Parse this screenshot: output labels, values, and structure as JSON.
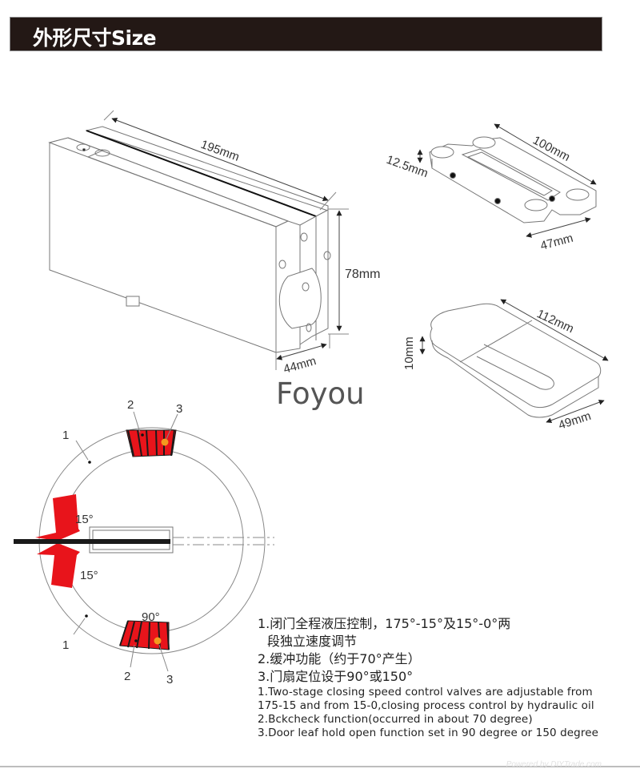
{
  "header": {
    "title": "外形尺寸Size"
  },
  "brand": "Foyou",
  "closer_body": {
    "length_label": "195mm",
    "height_label": "78mm",
    "width_label": "44mm"
  },
  "top_plate": {
    "length_label": "100mm",
    "thickness_label": "12.5mm",
    "width_label": "47mm"
  },
  "cover_plate": {
    "length_label": "112mm",
    "thickness_label": "10mm",
    "width_label": "49mm"
  },
  "angle_diagram": {
    "angle_top": "15°",
    "angle_bottom": "15°",
    "angle_hold": "90°",
    "callouts": [
      "1",
      "2",
      "3",
      "1",
      "2",
      "3"
    ],
    "colors": {
      "zone": "#e8141b",
      "stripe": "#1a1a1a",
      "dot": "#f39a1e",
      "arrow": "#e8141b"
    }
  },
  "notes": {
    "cn": [
      "1.闭门全程液压控制，175°-15°及15°-0°两",
      "段独立速度调节",
      "2.缓冲功能（约于70°产生）",
      "3.门扇定位设于90°或150°"
    ],
    "en": [
      "1.Two-stage closing speed control valves are adjustable from",
      "175-15 and from 15-0,closing process control by hydraulic oil",
      "2.Bckcheck function(occurred in about 70 degree)",
      "3.Door leaf hold open function set in 90 degree or 150 degree"
    ]
  },
  "watermark": "Powered by DIYTrade.com"
}
